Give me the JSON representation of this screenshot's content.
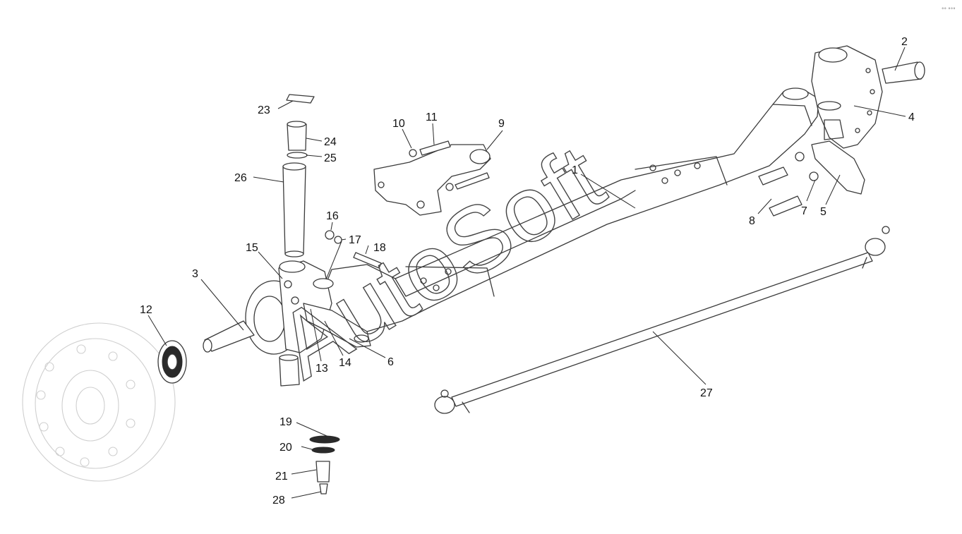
{
  "watermark": "AutoSoft",
  "corner_mark": "°° °°°",
  "callouts": [
    {
      "id": "1",
      "label": "1"
    },
    {
      "id": "2",
      "label": "2"
    },
    {
      "id": "3",
      "label": "3"
    },
    {
      "id": "4",
      "label": "4"
    },
    {
      "id": "5",
      "label": "5"
    },
    {
      "id": "6",
      "label": "6"
    },
    {
      "id": "7",
      "label": "7"
    },
    {
      "id": "8",
      "label": "8"
    },
    {
      "id": "9",
      "label": "9"
    },
    {
      "id": "10",
      "label": "10"
    },
    {
      "id": "11",
      "label": "11"
    },
    {
      "id": "12",
      "label": "12"
    },
    {
      "id": "13",
      "label": "13"
    },
    {
      "id": "14",
      "label": "14"
    },
    {
      "id": "15",
      "label": "15"
    },
    {
      "id": "16",
      "label": "16"
    },
    {
      "id": "17",
      "label": "17"
    },
    {
      "id": "18",
      "label": "18"
    },
    {
      "id": "19",
      "label": "19"
    },
    {
      "id": "20",
      "label": "20"
    },
    {
      "id": "21",
      "label": "21"
    },
    {
      "id": "23",
      "label": "23"
    },
    {
      "id": "24",
      "label": "24"
    },
    {
      "id": "25",
      "label": "25"
    },
    {
      "id": "26",
      "label": "26"
    },
    {
      "id": "27",
      "label": "27"
    },
    {
      "id": "28",
      "label": "28"
    }
  ]
}
